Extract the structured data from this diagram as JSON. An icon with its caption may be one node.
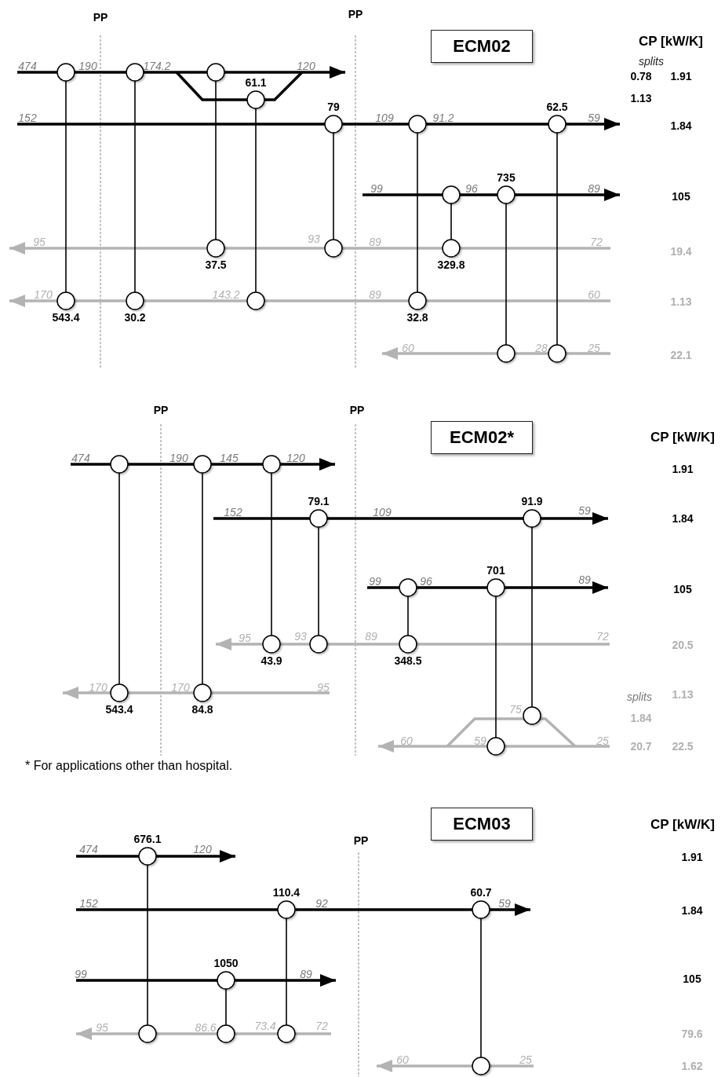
{
  "diagram": {
    "nodes": [
      {
        "text": [
          "ECM02"
        ]
      },
      {
        "text": [],
        "shape": "circle"
      },
      {
        "text": [],
        "shape": "circle"
      },
      {
        "text": [],
        "shape": "circle"
      },
      {
        "text": [],
        "shape": "circle",
        "beside": [
          "61.1"
        ]
      },
      {
        "text": [],
        "shape": "circle",
        "beside": [
          "79"
        ]
      },
      {
        "text": [],
        "shape": "circle"
      },
      {
        "text": [],
        "shape": "circle",
        "beside": [
          "62.5"
        ]
      },
      {
        "text": [],
        "shape": "circle"
      },
      {
        "text": [],
        "shape": "circle",
        "beside": [
          "735"
        ]
      },
      {
        "text": [],
        "shape": "circle",
        "beside": [
          "37.5"
        ]
      },
      {
        "text": [],
        "shape": "circle"
      },
      {
        "text": [],
        "shape": "circle",
        "beside": [
          "329.8"
        ]
      },
      {
        "text": [],
        "shape": "circle",
        "beside": [
          "543.4"
        ]
      },
      {
        "text": [],
        "shape": "circle",
        "beside": [
          "30.2"
        ]
      },
      {
        "text": [],
        "shape": "circle"
      },
      {
        "text": [],
        "shape": "circle",
        "beside": [
          "32.8"
        ]
      },
      {
        "text": [],
        "shape": "circle"
      },
      {
        "text": [],
        "shape": "circle"
      },
      {
        "text": [
          "ECM02*"
        ]
      },
      {
        "text": [],
        "shape": "circle"
      },
      {
        "text": [],
        "shape": "circle"
      },
      {
        "text": [],
        "shape": "circle"
      },
      {
        "text": [],
        "shape": "circle",
        "beside": [
          "79.1"
        ]
      },
      {
        "text": [],
        "shape": "circle",
        "beside": [
          "91.9"
        ]
      },
      {
        "text": [],
        "shape": "circle"
      },
      {
        "text": [],
        "shape": "circle",
        "beside": [
          "701"
        ]
      },
      {
        "text": [],
        "shape": "circle",
        "beside": [
          "43.9"
        ]
      },
      {
        "text": [],
        "shape": "circle"
      },
      {
        "text": [],
        "shape": "circle",
        "beside": [
          "348.5"
        ]
      },
      {
        "text": [],
        "shape": "circle",
        "beside": [
          "543.4"
        ]
      },
      {
        "text": [],
        "shape": "circle",
        "beside": [
          "84.8"
        ]
      },
      {
        "text": [],
        "shape": "circle"
      },
      {
        "text": [],
        "shape": "circle"
      },
      {
        "text": [
          "ECM03"
        ]
      },
      {
        "text": [],
        "shape": "circle",
        "beside": [
          "676.1"
        ]
      },
      {
        "text": [],
        "shape": "circle",
        "beside": [
          "110.4"
        ]
      },
      {
        "text": [],
        "shape": "circle",
        "beside": [
          "60.7"
        ]
      },
      {
        "text": [],
        "shape": "circle",
        "beside": [
          "1050"
        ]
      },
      {
        "text": [],
        "shape": "circle"
      },
      {
        "text": [],
        "shape": "circle"
      },
      {
        "text": [],
        "shape": "circle"
      },
      {
        "text": [],
        "shape": "circle"
      }
    ],
    "edges": [
      {
        "from": 1,
        "to": 13,
        "arrow": "none"
      },
      {
        "from": 2,
        "to": 14,
        "arrow": "none"
      },
      {
        "from": 3,
        "to": 10,
        "arrow": "none"
      },
      {
        "from": 4,
        "to": 15,
        "arrow": "none"
      },
      {
        "from": 5,
        "to": 11,
        "arrow": "none"
      },
      {
        "from": 6,
        "to": 16,
        "arrow": "none"
      },
      {
        "from": 8,
        "to": 12,
        "arrow": "none"
      },
      {
        "from": 9,
        "to": 17,
        "arrow": "none"
      },
      {
        "from": 7,
        "to": 18,
        "arrow": "none"
      },
      {
        "from": 20,
        "to": 30,
        "arrow": "none"
      },
      {
        "from": 21,
        "to": 31,
        "arrow": "none"
      },
      {
        "from": 22,
        "to": 27,
        "arrow": "none"
      },
      {
        "from": 23,
        "to": 28,
        "arrow": "none"
      },
      {
        "from": 24,
        "to": 32,
        "arrow": "none"
      },
      {
        "from": 25,
        "to": 29,
        "arrow": "none"
      },
      {
        "from": 26,
        "to": 33,
        "arrow": "none"
      },
      {
        "from": 35,
        "to": 39,
        "arrow": "none"
      },
      {
        "from": 36,
        "to": 41,
        "arrow": "none"
      },
      {
        "from": 38,
        "to": 40,
        "arrow": "none"
      },
      {
        "from": 37,
        "to": 42,
        "arrow": "none"
      }
    ],
    "labels": [
      "PP",
      "PP",
      "CP [kW/K]",
      "splits",
      "0.78",
      "1.91",
      "1.13",
      "474",
      "190",
      "174.2",
      "120",
      "152",
      "109",
      "91.2",
      "59",
      "1.84",
      "99",
      "96",
      "89",
      "105",
      "95",
      "93",
      "89",
      "72",
      "19.4",
      "170",
      "143.2",
      "89",
      "60",
      "1.13",
      "60",
      "28",
      "25",
      "22.1",
      "PP",
      "PP",
      "CP [kW/K]",
      "474",
      "190",
      "145",
      "120",
      "1.91",
      "152",
      "109",
      "59",
      "1.84",
      "99",
      "96",
      "89",
      "105",
      "95",
      "93",
      "89",
      "72",
      "20.5",
      "170",
      "170",
      "95",
      "1.13",
      "splits",
      "1.84",
      "75",
      "60",
      "59",
      "25",
      "20.7",
      "22.5",
      "* For applications other than hospital.",
      "CP [kW/K]",
      "PP",
      "474",
      "120",
      "1.91",
      "152",
      "92",
      "59",
      "1.84",
      "99",
      "89",
      "105",
      "95",
      "86.6",
      "73.4",
      "72",
      "79.6",
      "60",
      "25",
      "1.62"
    ]
  }
}
